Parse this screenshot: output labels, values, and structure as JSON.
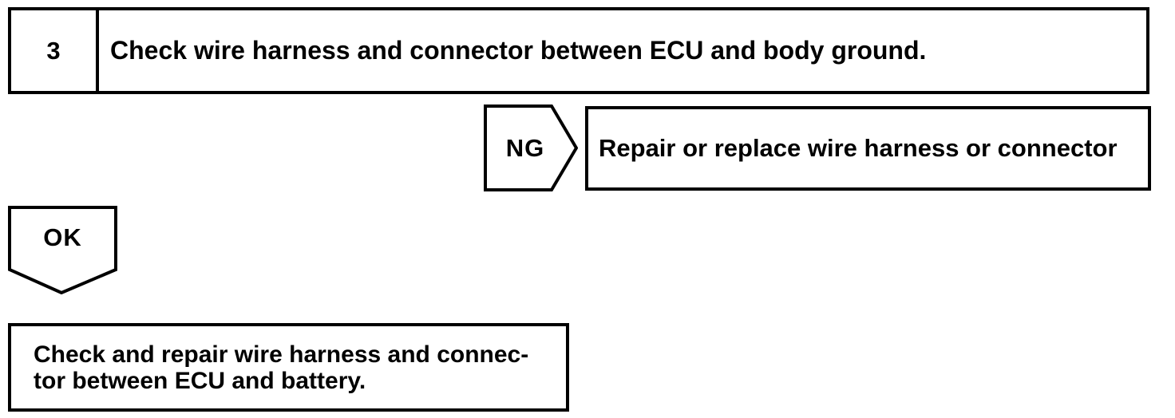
{
  "diagram": {
    "background_color": "#ffffff",
    "line_color": "#000000",
    "step": {
      "number": "3",
      "instruction": "Check wire harness and connector between ECU and body ground."
    },
    "ng_branch": {
      "label": "NG",
      "action": "Repair or replace wire harness or connector"
    },
    "ok_branch": {
      "label": "OK",
      "action_line1": "Check and repair wire harness and connec-",
      "action_line2": "tor between ECU and battery."
    }
  }
}
